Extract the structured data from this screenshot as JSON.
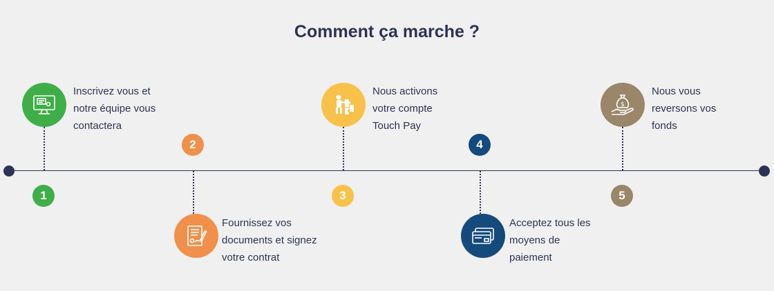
{
  "title": "Comment ça marche ?",
  "steps": [
    {
      "number": "1",
      "color": "#3fae49",
      "icon": "computer-screen-icon",
      "lines": [
        "Inscrivez vous et",
        "notre équipe vous",
        "contactera"
      ]
    },
    {
      "number": "2",
      "color": "#f0904a",
      "icon": "contract-signature-icon",
      "lines": [
        "Fournissez vos",
        "documents et signez",
        "votre contrat"
      ]
    },
    {
      "number": "3",
      "color": "#f7c14a",
      "icon": "puzzle-person-icon",
      "lines": [
        "Nous activons",
        "votre compte",
        "Touch Pay"
      ]
    },
    {
      "number": "4",
      "color": "#154a7c",
      "icon": "credit-cards-icon",
      "lines": [
        "Acceptez tous les",
        "moyens de",
        "paiement"
      ]
    },
    {
      "number": "5",
      "color": "#9a8668",
      "icon": "money-bag-hand-icon",
      "lines": [
        "Nous vous",
        "reversons vos",
        "fonds"
      ]
    }
  ]
}
